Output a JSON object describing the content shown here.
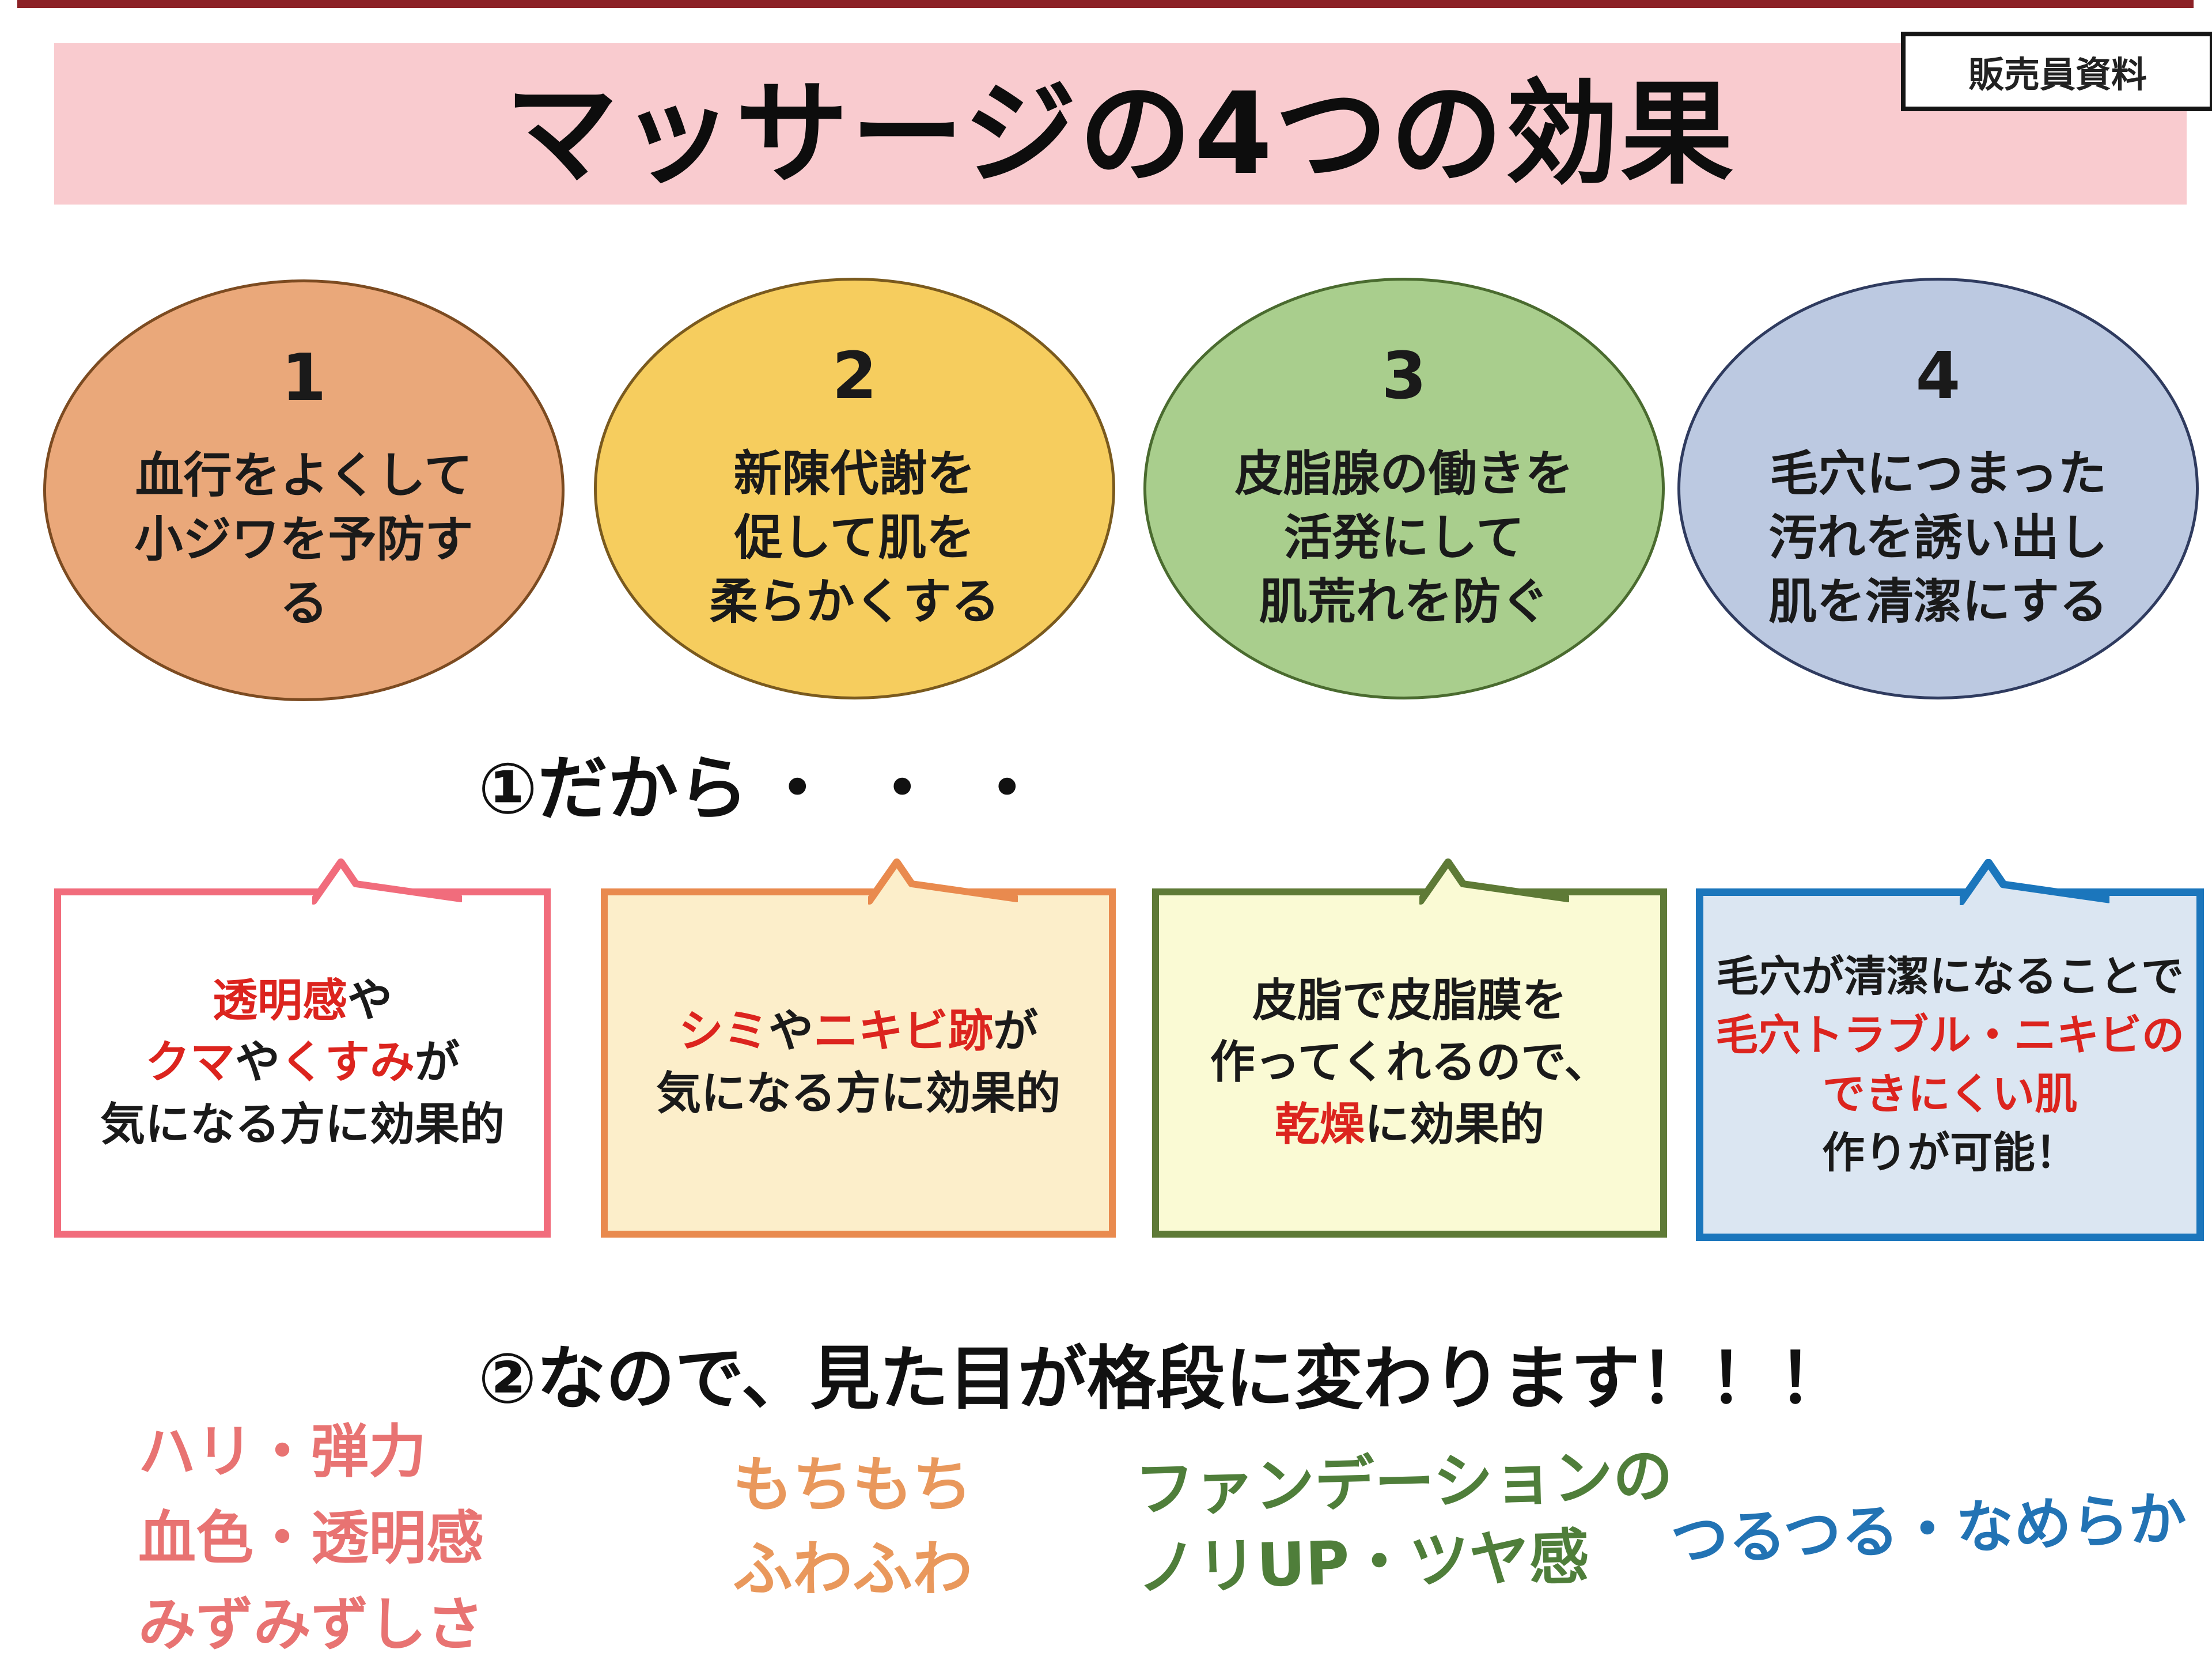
{
  "page": {
    "top_bar_color": "#8C2126"
  },
  "header": {
    "title": "マッサージの4つの効果",
    "banner_color": "#F9CBCF",
    "badge_label": "販売員資料"
  },
  "ellipses": [
    {
      "num": "1",
      "text": "血行をよくして\n小ジワを予防す\nる",
      "fill": "#EAA87A",
      "border": "#7C4B21"
    },
    {
      "num": "2",
      "text": "新陳代謝を\n促して肌を\n柔らかくする",
      "fill": "#F6CD5E",
      "border": "#7A5A1E"
    },
    {
      "num": "3",
      "text": "皮脂腺の働きを\n活発にして\n肌荒れを防ぐ",
      "fill": "#A9CE8D",
      "border": "#4A6B2F"
    },
    {
      "num": "4",
      "text": "毛穴につまった\n汚れを誘い出し\n肌を清潔にする",
      "fill": "#BCC9E1",
      "border": "#2F3B5F"
    }
  ],
  "section1": {
    "label": "①だから",
    "dots": "・・・"
  },
  "boxes": [
    {
      "fill": "#FFFFFF",
      "border": "#F16C7C",
      "l1r": "透明感",
      "l1b": "や",
      "l2r1": "クマ",
      "l2b1": "や",
      "l2r2": "くすみ",
      "l2b2": "が",
      "l3": "気になる方に効果的"
    },
    {
      "fill": "#FCEECA",
      "border": "#E98A4E",
      "l1r1": "シミ",
      "l1b1": "や",
      "l1r2": "ニキビ跡",
      "l1b2": "が",
      "l2": "気になる方に効果的"
    },
    {
      "fill": "#FAFAD4",
      "border": "#5E7A36",
      "l1": "皮脂で皮脂膜を",
      "l2": "作ってくれるので、",
      "l3r": "乾燥",
      "l3b": "に効果的"
    },
    {
      "fill": "#DBE6F2",
      "border": "#1B76BC",
      "l1": "毛穴が清潔になることで",
      "l2r": "毛穴トラブル・ニキビの",
      "l3r": "できにくい肌",
      "l4": "作りが可能！"
    }
  ],
  "section2": {
    "label": "②なので、見た目が格段に変わります！！！"
  },
  "results": [
    {
      "text": "ハリ・弾力\n血色・透明感\nみずみずしさ",
      "color": "#E87372"
    },
    {
      "text": "もちもち\nふわふわ",
      "color": "#E9985C"
    },
    {
      "text": "ファンデーションの\nノリUP・ツヤ感",
      "color": "#4F7E3A"
    },
    {
      "text": "つるつる・なめらか",
      "color": "#2273B4"
    }
  ]
}
